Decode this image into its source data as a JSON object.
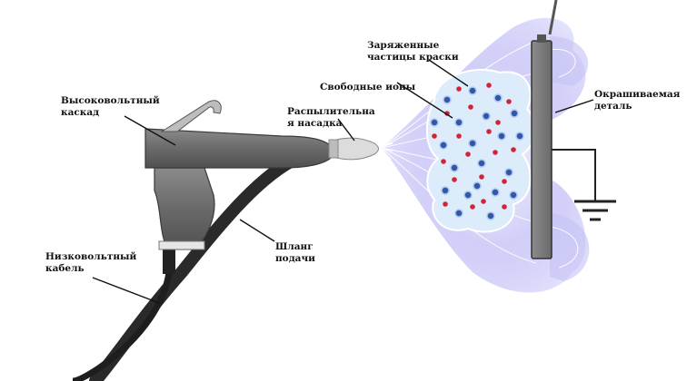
{
  "labels": {
    "charged_particles": "Заряженные\nчастицы краски",
    "free_ions": "Свободные ионы",
    "hv_cascade": "Высоковольтный\nкаскад",
    "nozzle": "Распылительна\nя насадка",
    "painted_part": "Окрашиваемая\nдеталь",
    "lv_cable": "Низковольтный\nкабель",
    "feed_hose": "Шланг\nподачи"
  },
  "colors": {
    "gun_body": "#6e6e6e",
    "hose": "#2a2a2a",
    "field_glow": "#a9a6f2",
    "cloud": "#d9ecfa",
    "ion_blue": "#3556a6",
    "particle_red": "#d0243b",
    "part_plate": "#7a7a7a"
  },
  "icons": [
    "ground-symbol-icon",
    "spray-cone-icon"
  ]
}
